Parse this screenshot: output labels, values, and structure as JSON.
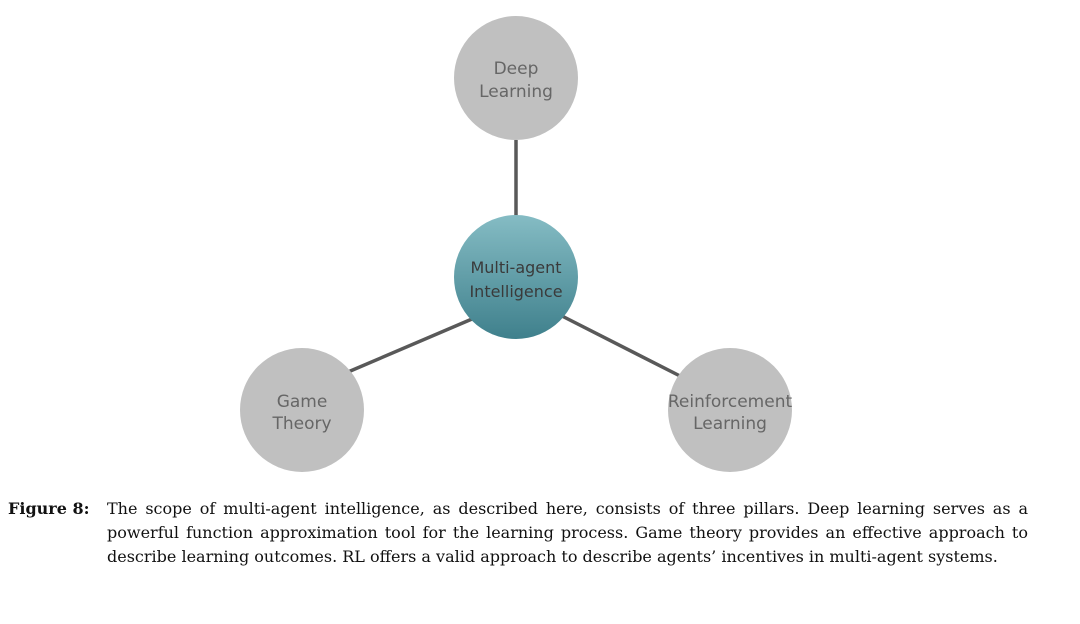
{
  "diagram": {
    "center": {
      "line1": "Multi-agent",
      "line2": "Intelligence"
    },
    "pillars": [
      {
        "id": "deep-learning",
        "line1": "Deep",
        "line2": "Learning"
      },
      {
        "id": "game-theory",
        "line1": "Game",
        "line2": "Theory"
      },
      {
        "id": "reinforcement-learning",
        "line1": "Reinforcement",
        "line2": "Learning"
      }
    ],
    "colors": {
      "pillar_fill": "#c0c0c0",
      "center_fill_top": "#85bcc4",
      "center_fill_bottom": "#3f808c",
      "connector": "#595959"
    }
  },
  "caption": {
    "label": "Figure 8:",
    "text": "The scope of multi-agent intelligence, as described here, consists of three pillars.  Deep learning serves as a powerful function approximation tool for the learning process.  Game theory provides an effective approach to describe learning outcomes.  RL offers a valid approach to describe agents’ incentives in multi-agent systems."
  }
}
